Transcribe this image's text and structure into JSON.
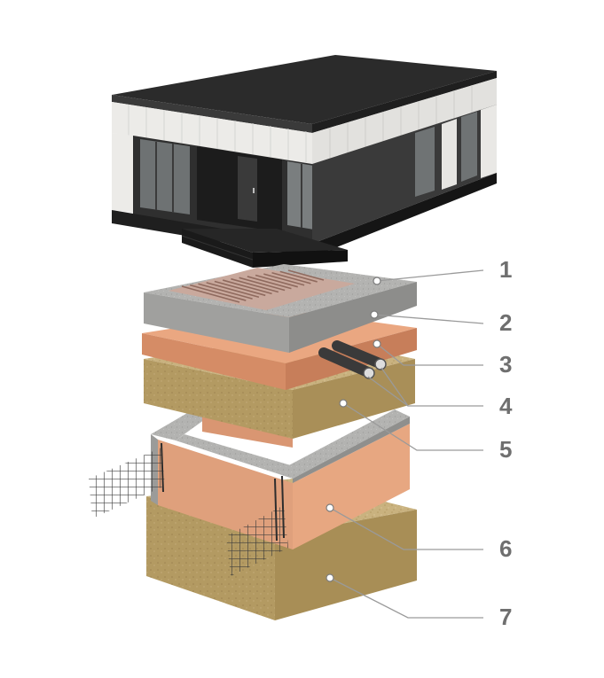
{
  "callouts": [
    {
      "number": "1"
    },
    {
      "number": "2"
    },
    {
      "number": "3"
    },
    {
      "number": "4"
    },
    {
      "number": "5"
    },
    {
      "number": "6"
    },
    {
      "number": "7"
    }
  ],
  "colors": {
    "roof": "#2b2b2b",
    "facade_white": "#eeeeec",
    "facade_dark": "#2e2e2e",
    "concrete": "#a9a9a7",
    "heating_pipe": "#b78a7c",
    "insulation_board": "#e7a27d",
    "sand": "#c7b07d",
    "callout_text": "#6f6f6f"
  }
}
